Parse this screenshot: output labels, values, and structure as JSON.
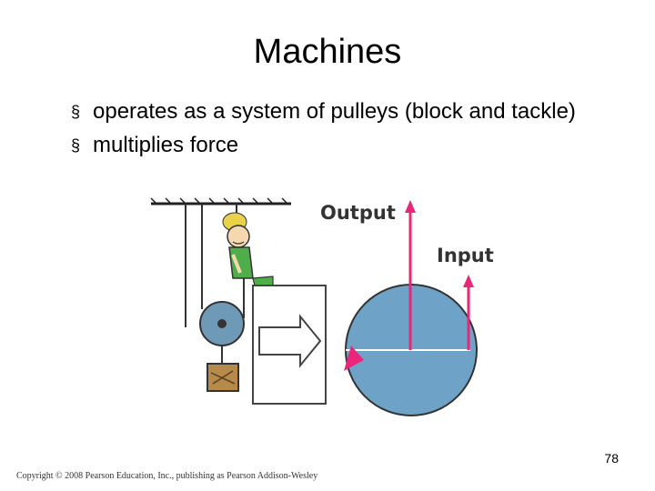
{
  "slide": {
    "title": "Machines",
    "bullets": [
      {
        "marker": "§",
        "text": "operates as a system of pulleys (block and tackle)"
      },
      {
        "marker": "§",
        "text": "multiplies force"
      }
    ],
    "page_number": "78",
    "copyright": "Copyright © 2008 Pearson Education, Inc., publishing as Pearson Addison-Wesley"
  },
  "figure": {
    "label_output": "Output",
    "label_input": "Input",
    "colors": {
      "disk": "#6ea3c7",
      "pulley": "#6e9ab8",
      "arrow": "#e8267a",
      "shirt": "#4fae4a",
      "hair": "#e8d24a",
      "skin": "#f5d7b0",
      "box": "#b58a4a"
    }
  }
}
